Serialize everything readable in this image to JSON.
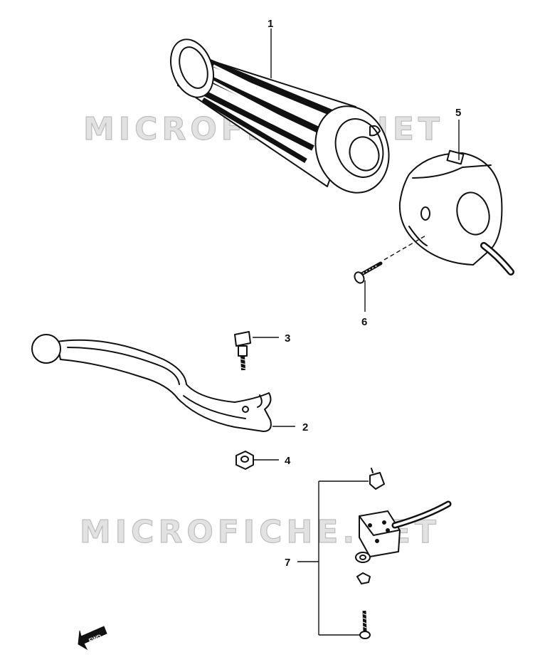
{
  "watermark": {
    "text": "MICROFICHE.NET"
  },
  "callouts": [
    {
      "id": "1",
      "label": "1"
    },
    {
      "id": "2",
      "label": "2"
    },
    {
      "id": "3",
      "label": "3"
    },
    {
      "id": "4",
      "label": "4"
    },
    {
      "id": "5",
      "label": "5"
    },
    {
      "id": "6",
      "label": "6"
    },
    {
      "id": "7",
      "label": "7"
    }
  ],
  "fwd_arrow": {
    "label": "FWD"
  },
  "colors": {
    "ink": "#111111",
    "watermark": "#bdbdbd",
    "background": "#ffffff"
  }
}
